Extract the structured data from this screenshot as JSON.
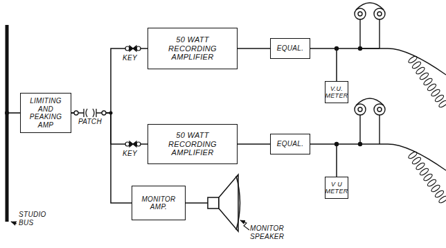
{
  "diagram": {
    "nodes": [
      {
        "text": [
          "LIMITING AND PEAKING AMP"
        ]
      },
      {
        "text": [
          "50 WATT RECORDING AMPLIFIER"
        ]
      },
      {
        "text": [
          "EQUAL."
        ]
      },
      {
        "text": [
          "V.U. METER"
        ]
      },
      {
        "text": [
          "50 WATT RECORDING AMPLIFIER"
        ]
      },
      {
        "text": [
          "EQUAL."
        ]
      },
      {
        "text": [
          "V U METER"
        ]
      },
      {
        "text": [
          "MONITOR AMP."
        ]
      }
    ],
    "edges": [
      {
        "from": 0,
        "to": 1,
        "arrow": "none"
      },
      {
        "from": 0,
        "to": 4,
        "arrow": "none"
      },
      {
        "from": 0,
        "to": 7,
        "arrow": "none"
      },
      {
        "from": 1,
        "to": 2,
        "arrow": "none"
      },
      {
        "from": 4,
        "to": 5,
        "arrow": "none"
      },
      {
        "from": 2,
        "to": 3,
        "arrow": "none"
      },
      {
        "from": 5,
        "to": 6,
        "arrow": "none"
      }
    ],
    "labels": [
      "PATCH",
      "KEY",
      "KEY",
      "STUDIO BUS",
      "MONITOR SPEAKER"
    ]
  }
}
